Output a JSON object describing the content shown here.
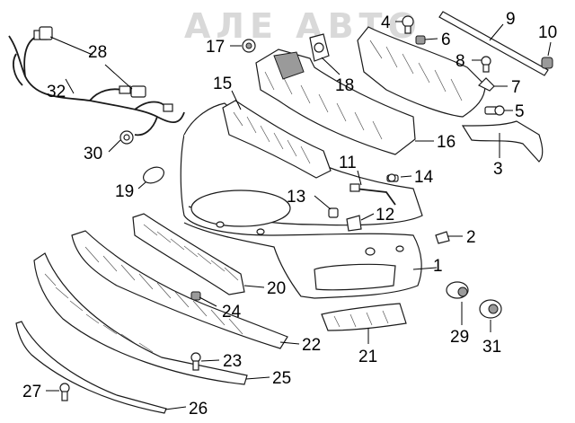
{
  "watermark": "АЛЕ АВТО",
  "callouts": [
    {
      "id": "c1",
      "text": "1"
    },
    {
      "id": "c2",
      "text": "2"
    },
    {
      "id": "c3",
      "text": "3"
    },
    {
      "id": "c4",
      "text": "4"
    },
    {
      "id": "c5",
      "text": "5"
    },
    {
      "id": "c6",
      "text": "6"
    },
    {
      "id": "c7",
      "text": "7"
    },
    {
      "id": "c8",
      "text": "8"
    },
    {
      "id": "c9",
      "text": "9"
    },
    {
      "id": "c10",
      "text": "10"
    },
    {
      "id": "c11",
      "text": "11"
    },
    {
      "id": "c12",
      "text": "12"
    },
    {
      "id": "c13",
      "text": "13"
    },
    {
      "id": "c14",
      "text": "14"
    },
    {
      "id": "c15",
      "text": "15"
    },
    {
      "id": "c16",
      "text": "16"
    },
    {
      "id": "c17",
      "text": "17"
    },
    {
      "id": "c18",
      "text": "18"
    },
    {
      "id": "c19",
      "text": "19"
    },
    {
      "id": "c20",
      "text": "20"
    },
    {
      "id": "c21",
      "text": "21"
    },
    {
      "id": "c22",
      "text": "22"
    },
    {
      "id": "c23",
      "text": "23"
    },
    {
      "id": "c24",
      "text": "24"
    },
    {
      "id": "c25",
      "text": "25"
    },
    {
      "id": "c26",
      "text": "26"
    },
    {
      "id": "c27",
      "text": "27"
    },
    {
      "id": "c28",
      "text": "28"
    },
    {
      "id": "c29",
      "text": "29"
    },
    {
      "id": "c30",
      "text": "30"
    },
    {
      "id": "c31",
      "text": "31"
    },
    {
      "id": "c32",
      "text": "32"
    }
  ]
}
